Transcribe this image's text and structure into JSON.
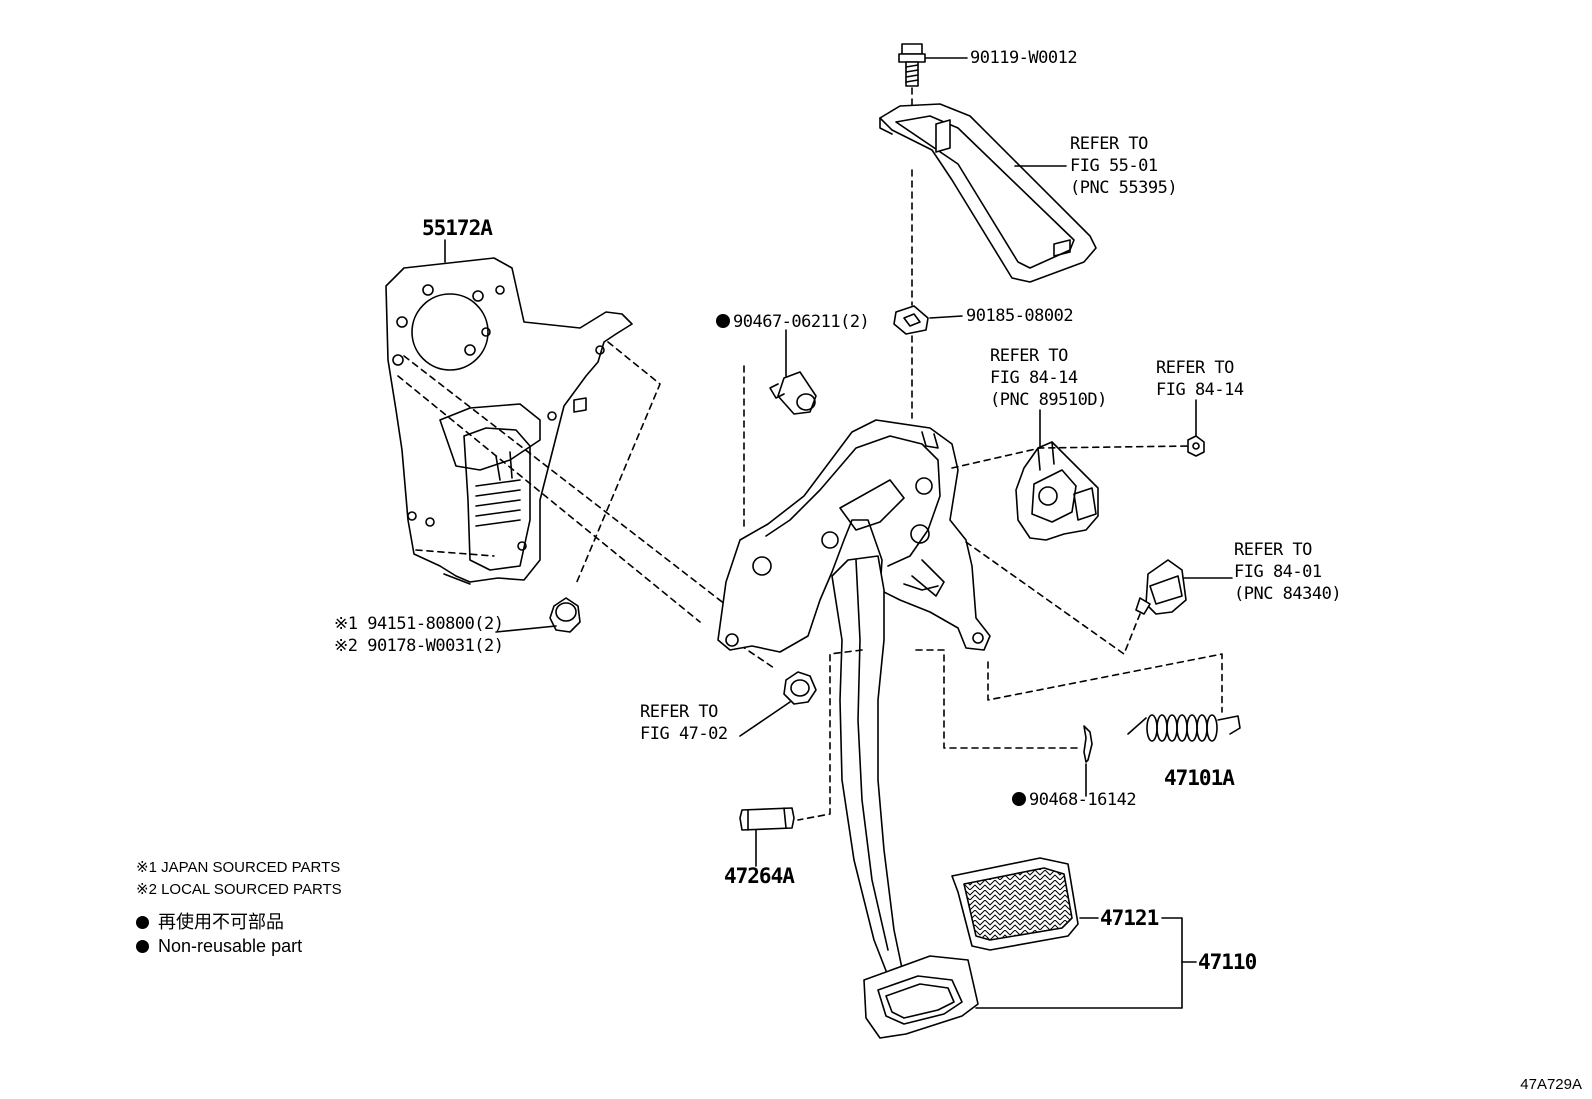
{
  "callouts": {
    "bolt_top": "90119-W0012",
    "refer_55_line1": "REFER TO",
    "refer_55_line2": "FIG 55-01",
    "refer_55_line3": "(PNC 55395)",
    "bracket_55172a": "55172A",
    "clip_90185": "90185-08002",
    "plug_90467": "90467-06211(2)",
    "refer_8414a_line1": "REFER TO",
    "refer_8414a_line2": "FIG 84-14",
    "refer_8414a_line3": "(PNC 89510D)",
    "refer_8414b_line1": "REFER TO",
    "refer_8414b_line2": "FIG 84-14",
    "refer_8401_line1": "REFER TO",
    "refer_8401_line2": "FIG 84-01",
    "refer_8401_line3": "(PNC 84340)",
    "nut_japan": "※1 94151-80800(2)",
    "nut_local": "※2 90178-W0031(2)",
    "refer_4702_line1": "REFER TO",
    "refer_4702_line2": "FIG 47-02",
    "spring_47101a": "47101A",
    "pin_90468": "90468-16142",
    "pin_47264a": "47264A",
    "pad_47121": "47121",
    "pedal_47110": "47110"
  },
  "legend": {
    "japan": "※1 JAPAN SOURCED PARTS",
    "local": "※2 LOCAL SOURCED PARTS",
    "nonreusable_jp": "再使用不可部品",
    "nonreusable_en": "Non-reusable part"
  },
  "figure_id": "47A729A"
}
